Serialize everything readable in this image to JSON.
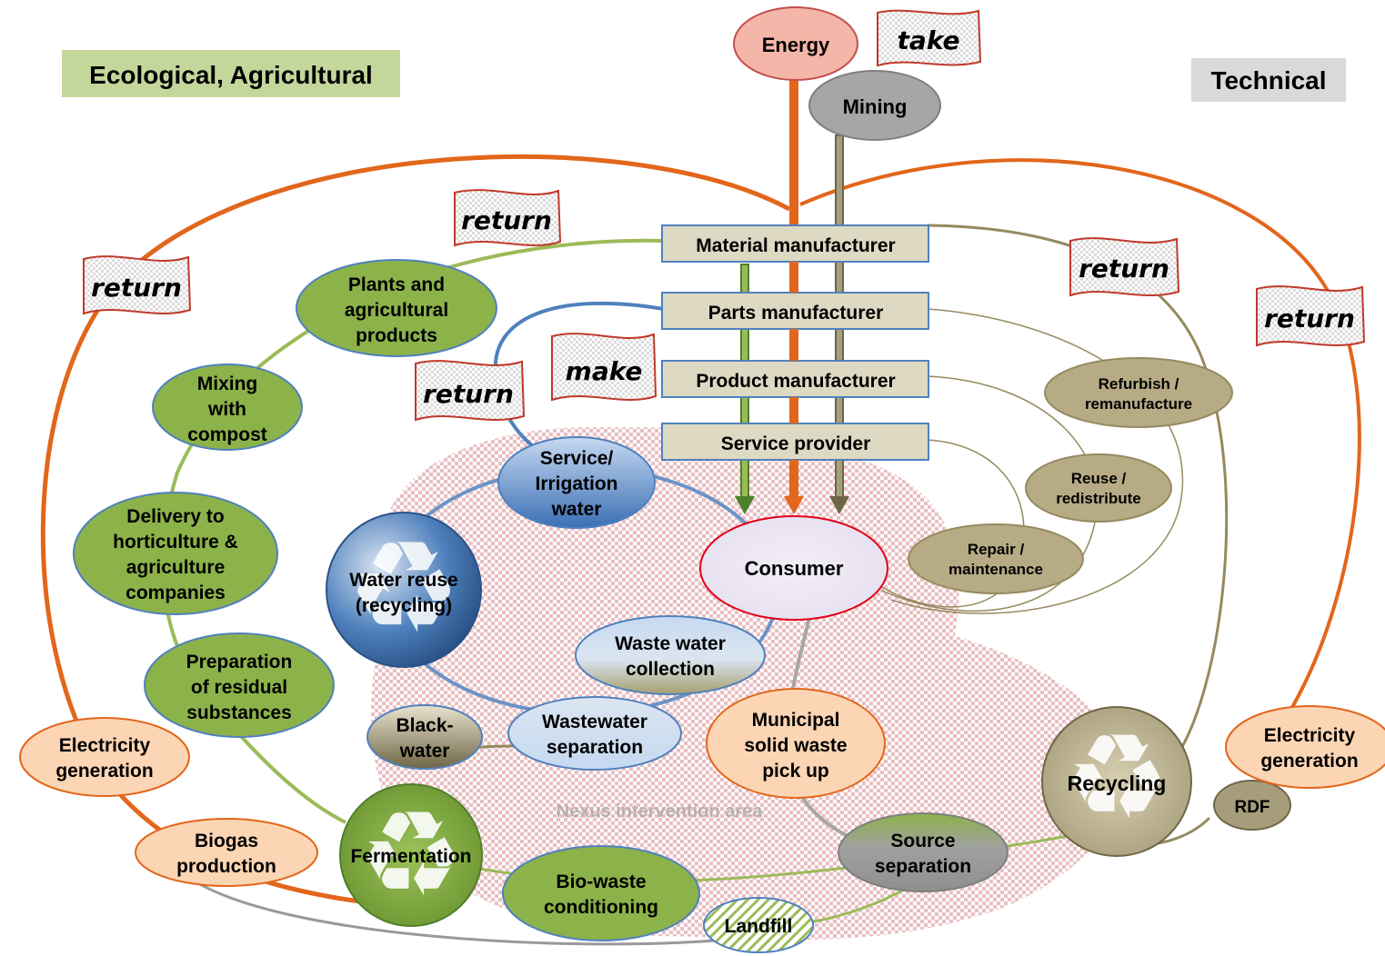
{
  "headers": {
    "left": "Ecological, Agricultural",
    "right": "Technical"
  },
  "flags": {
    "take": "take",
    "make": "make",
    "return_left": "return",
    "return_top": "return",
    "return_mid": "return",
    "return_right_inner": "return",
    "return_right_outer": "return"
  },
  "inputs": {
    "energy": "Energy",
    "mining": "Mining"
  },
  "manufacturing": [
    "Material manufacturer",
    "Parts manufacturer",
    "Product manufacturer",
    "Service provider"
  ],
  "consumer": "Consumer",
  "technical_loops": {
    "refurbish": [
      "Refurbish /",
      "remanufacture"
    ],
    "reuse": [
      "Reuse /",
      "redistribute"
    ],
    "repair": [
      "Repair /",
      "maintenance"
    ],
    "recycling": "Recycling",
    "rdf": "RDF",
    "electricity_right": [
      "Electricity",
      "generation"
    ]
  },
  "biological": {
    "plants": [
      "Plants and",
      "agricultural",
      "products"
    ],
    "mixing": [
      "Mixing",
      "with",
      "compost"
    ],
    "delivery": [
      "Delivery to",
      "horticulture &",
      "agriculture",
      "companies"
    ],
    "preparation": [
      "Preparation",
      "of residual",
      "substances"
    ],
    "electricity_left": [
      "Electricity",
      "generation"
    ],
    "biogas": [
      "Biogas",
      "production"
    ],
    "fermentation": "Fermentation",
    "biowaste": [
      "Bio-waste",
      "conditioning"
    ]
  },
  "water": {
    "service": [
      "Service/",
      "Irrigation",
      "water"
    ],
    "reuse": [
      "Water reuse",
      "(recycling)"
    ],
    "wastewater_collection": [
      "Waste water",
      "collection"
    ],
    "wastewater_separation": [
      "Wastewater",
      "separation"
    ],
    "blackwater": [
      "Black-",
      "water"
    ]
  },
  "waste": {
    "municipal": [
      "Municipal",
      "solid waste",
      "pick up"
    ],
    "source_separation": [
      "Source",
      "separation"
    ],
    "landfill": "Landfill"
  },
  "nexus_label": "Nexus intervention area",
  "colors": {
    "orange": "#e2661b",
    "green_line": "#9bbb59",
    "olive_line": "#958a5f",
    "blue_line": "#4f81bd",
    "green_node": "#8cb24a",
    "olive_node": "#b7ab86",
    "peach_node": "#fcd5b4",
    "flag_red": "#c0392b",
    "header_green": "#c4d79b",
    "header_grey": "#d9d9d9"
  }
}
